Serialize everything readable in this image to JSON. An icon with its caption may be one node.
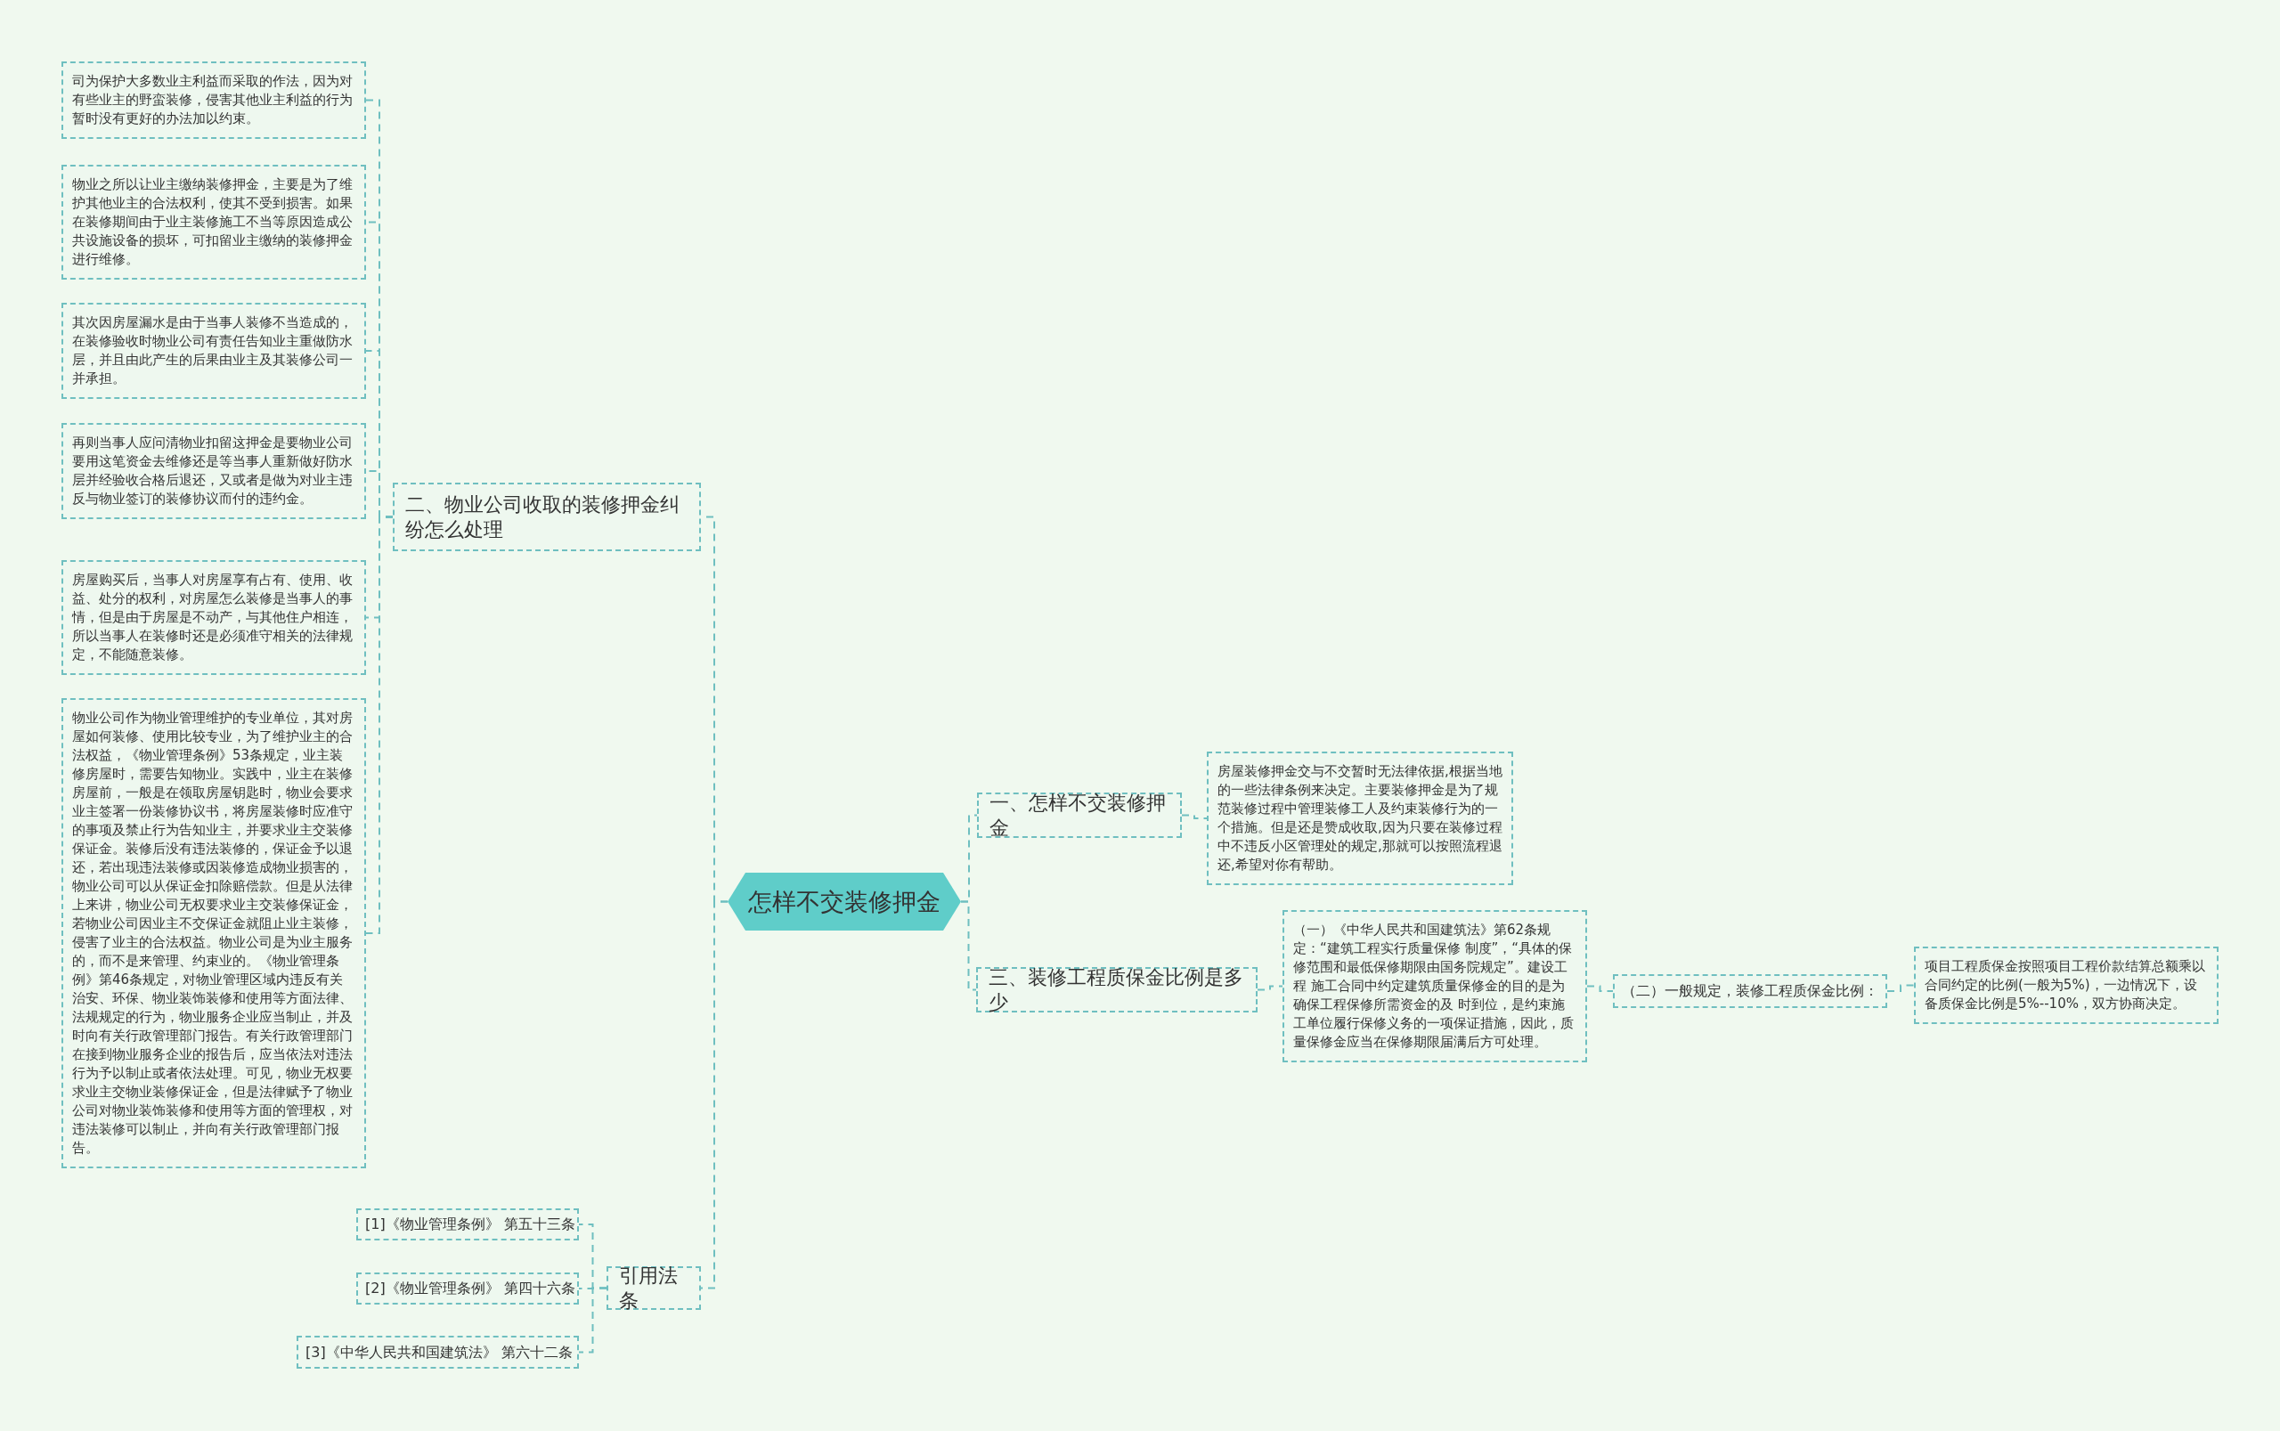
{
  "diagram": {
    "nodes": [
      {
        "text": [
          "怎样不交装修押金"
        ]
      },
      {
        "text": [
          "一、怎样不交装修押金"
        ]
      },
      {
        "text": [
          "房屋装修押金交与不交暂时无法律依据,根据当地的一些法律条例来决定。主要装修押金是为了规范装修过程中管理装修工人及约束装修行为的一个措施。但是还是赞成收取,因为只要在装修过程中不违反小区管理处的规定,那就可以按照流程退还,希望对你有帮助。"
        ]
      },
      {
        "text": [
          "二、物业公司收取的装修押金纠纷怎么处理"
        ]
      },
      {
        "text": [
          "司为保护大多数业主利益而采取的作法，因为对有些业主的野蛮装修，侵害其他业主利益的行为暂时没有更好的办法加以约束。"
        ]
      },
      {
        "text": [
          "物业之所以让业主缴纳装修押金，主要是为了维护其他业主的合法权利，使其不受到损害。如果在装修期间由于业主装修施工不当等原因造成公共设施设备的损坏，可扣留业主缴纳的装修押金进行维修。"
        ]
      },
      {
        "text": [
          "其次因房屋漏水是由于当事人装修不当造成的，在装修验收时物业公司有责任告知业主重做防水层，并且由此产生的后果由业主及其装修公司一并承担。"
        ]
      },
      {
        "text": [
          "再则当事人应问清物业扣留这押金是要物业公司要用这笔资金去维修还是等当事人重新做好防水层并经验收合格后退还，又或者是做为对业主违反与物业签订的装修协议而付的违约金。"
        ]
      },
      {
        "text": [
          "房屋购买后，当事人对房屋享有占有、使用、收益、处分的权利，对房屋怎么装修是当事人的事情，但是由于房屋是不动产，与其他住户相连，所以当事人在装修时还是必须准守相关的法律规定，不能随意装修。"
        ]
      },
      {
        "text": [
          "物业公司作为物业管理维护的专业单位，其对房屋如何装修、使用比较专业，为了维护业主的合法权益，《物业管理条例》53条规定，业主装修房屋时，需要告知物业。实践中，业主在装修房屋前，一般是在领取房屋钥匙时，物业会要求业主签署一份装修协议书，将房屋装修时应准守的事项及禁止行为告知业主，并要求业主交装修保证金。装修后没有违法装修的，保证金予以退还，若出现违法装修或因装修造成物业损害的，物业公司可以从保证金扣除赔偿款。但是从法律上来讲，物业公司无权要求业主交装修保证金，若物业公司因业主不交保证金就阻止业主装修，侵害了业主的合法权益。物业公司是为业主服务的，而不是来管理、约束业的。《物业管理条例》第46条规定，对物业管理区域内违反有关治安、环保、物业装饰装修和使用等方面法律、法规规定的行为，物业服务企业应当制止，并及时向有关行政管理部门报告。有关行政管理部门在接到物业服务企业的报告后，应当依法对违法行为予以制止或者依法处理。可见，物业无权要求业主交物业装修保证金，但是法律赋予了物业公司对物业装饰装修和使用等方面的管理权，对违法装修可以制止，并向有关行政管理部门报告。"
        ]
      },
      {
        "text": [
          "三、装修工程质保金比例是多少"
        ]
      },
      {
        "text": [
          "（一）《中华人民共和国建筑法》第62条规定：“建筑工程实行质量保修 制度”，“具体的保修范围和最低保修期限由国务院规定”。建设工程 施工合同中约定建筑质量保修金的目的是为确保工程保修所需资金的及 时到位，是约束施工单位履行保修义务的一项保证措施，因此，质量保修金应当在保修期限届满后方可处理。"
        ]
      },
      {
        "text": [
          "（二）一般规定，装修工程质保金比例："
        ]
      },
      {
        "text": [
          "项目工程质保金按照项目工程价款结算总额乘以合同约定的比例(一般为5%)，一边情况下，设备质保金比例是5%--10%，双方协商决定。"
        ]
      },
      {
        "text": [
          "引用法条"
        ]
      },
      {
        "text": [
          "[1]《物业管理条例》 第五十三条"
        ]
      },
      {
        "text": [
          "[2]《物业管理条例》 第四十六条"
        ]
      },
      {
        "text": [
          "[3]《中华人民共和国建筑法》 第六十二条"
        ]
      }
    ],
    "edges": [
      {
        "from": 0,
        "to": 1,
        "arrow": "none",
        "style": "dashed"
      },
      {
        "from": 1,
        "to": 2,
        "arrow": "none",
        "style": "dashed"
      },
      {
        "from": 0,
        "to": 3,
        "arrow": "none",
        "style": "dashed"
      },
      {
        "from": 3,
        "to": 4,
        "arrow": "none",
        "style": "dashed"
      },
      {
        "from": 3,
        "to": 5,
        "arrow": "none",
        "style": "dashed"
      },
      {
        "from": 3,
        "to": 6,
        "arrow": "none",
        "style": "dashed"
      },
      {
        "from": 3,
        "to": 7,
        "arrow": "none",
        "style": "dashed"
      },
      {
        "from": 3,
        "to": 8,
        "arrow": "none",
        "style": "dashed"
      },
      {
        "from": 3,
        "to": 9,
        "arrow": "none",
        "style": "dashed"
      },
      {
        "from": 0,
        "to": 10,
        "arrow": "none",
        "style": "dashed"
      },
      {
        "from": 10,
        "to": 11,
        "arrow": "none",
        "style": "dashed"
      },
      {
        "from": 11,
        "to": 12,
        "arrow": "none",
        "style": "dashed"
      },
      {
        "from": 12,
        "to": 13,
        "arrow": "none",
        "style": "dashed"
      },
      {
        "from": 0,
        "to": 14,
        "arrow": "none",
        "style": "dashed"
      },
      {
        "from": 14,
        "to": 15,
        "arrow": "none",
        "style": "dashed"
      },
      {
        "from": 14,
        "to": 16,
        "arrow": "none",
        "style": "dashed"
      },
      {
        "from": 14,
        "to": 17,
        "arrow": "none",
        "style": "dashed"
      }
    ]
  }
}
